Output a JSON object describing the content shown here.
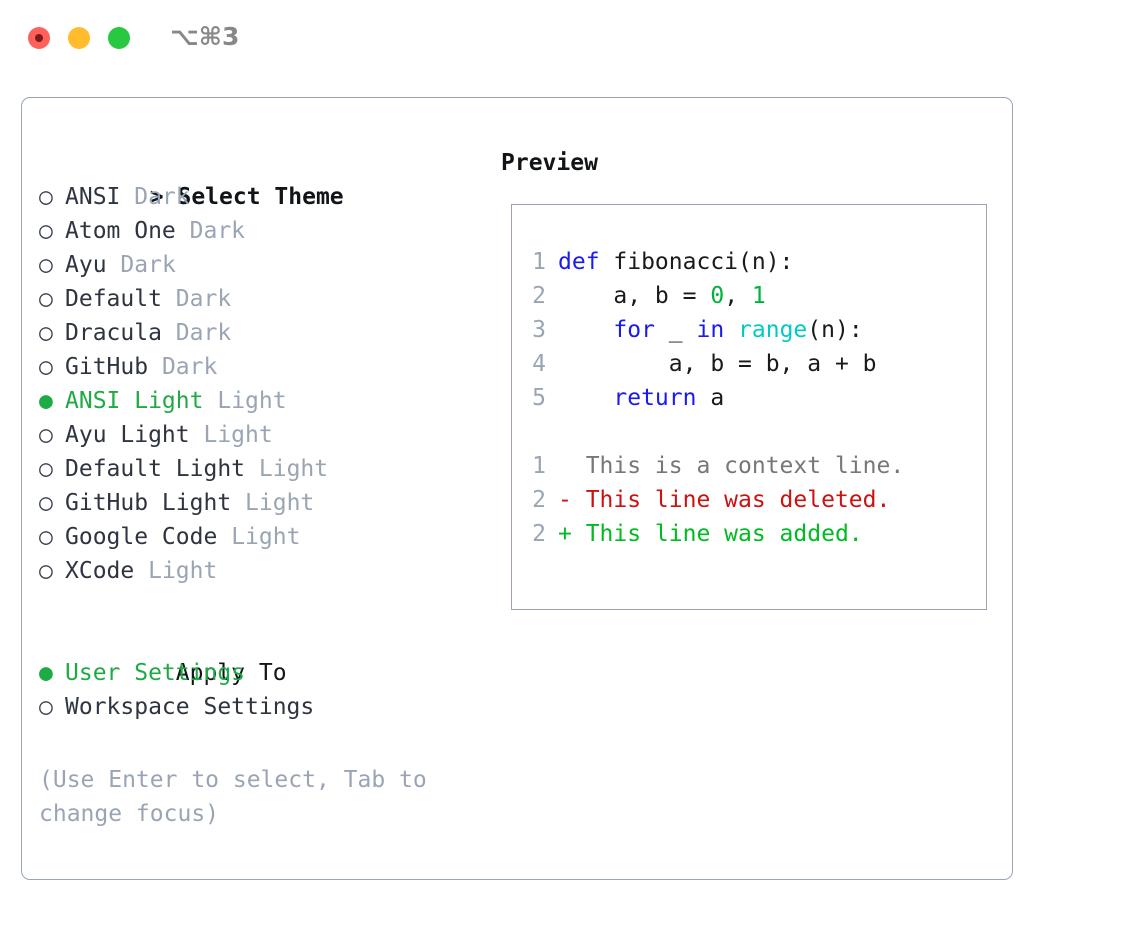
{
  "titlebar": {
    "shortcut": "⌥⌘3",
    "buttons": [
      "close",
      "minimize",
      "maximize"
    ]
  },
  "left": {
    "header": "> Select Theme",
    "themes": [
      {
        "marker": "○",
        "name": "ANSI",
        "variant": "Dark",
        "selected": false
      },
      {
        "marker": "○",
        "name": "Atom One",
        "variant": "Dark",
        "selected": false
      },
      {
        "marker": "○",
        "name": "Ayu",
        "variant": "Dark",
        "selected": false
      },
      {
        "marker": "○",
        "name": "Default",
        "variant": "Dark",
        "selected": false
      },
      {
        "marker": "○",
        "name": "Dracula",
        "variant": "Dark",
        "selected": false
      },
      {
        "marker": "○",
        "name": "GitHub",
        "variant": "Dark",
        "selected": false
      },
      {
        "marker": "●",
        "name": "ANSI Light",
        "variant": "Light",
        "selected": true
      },
      {
        "marker": "○",
        "name": "Ayu Light",
        "variant": "Light",
        "selected": false
      },
      {
        "marker": "○",
        "name": "Default Light",
        "variant": "Light",
        "selected": false
      },
      {
        "marker": "○",
        "name": "GitHub Light",
        "variant": "Light",
        "selected": false
      },
      {
        "marker": "○",
        "name": "Google Code",
        "variant": "Light",
        "selected": false
      },
      {
        "marker": "○",
        "name": "XCode",
        "variant": "Light",
        "selected": false
      }
    ],
    "apply_to_header": "Apply To",
    "apply_to": [
      {
        "marker": "●",
        "name": "User Settings",
        "selected": true
      },
      {
        "marker": "○",
        "name": "Workspace Settings",
        "selected": false
      }
    ],
    "hint": "(Use Enter to select, Tab to change focus)"
  },
  "right": {
    "preview_title": "Preview",
    "code_lines": [
      {
        "num": "1",
        "tokens": [
          {
            "t": "def",
            "c": "kw"
          },
          {
            "t": " fibonacci(n):",
            "c": "id"
          }
        ]
      },
      {
        "num": "2",
        "tokens": [
          {
            "t": "    a, b = ",
            "c": "id"
          },
          {
            "t": "0",
            "c": "num"
          },
          {
            "t": ", ",
            "c": "id"
          },
          {
            "t": "1",
            "c": "num"
          }
        ]
      },
      {
        "num": "3",
        "tokens": [
          {
            "t": "    ",
            "c": "id"
          },
          {
            "t": "for",
            "c": "kw"
          },
          {
            "t": " _ ",
            "c": "id"
          },
          {
            "t": "in",
            "c": "kw"
          },
          {
            "t": " ",
            "c": "id"
          },
          {
            "t": "range",
            "c": "fn"
          },
          {
            "t": "(n):",
            "c": "id"
          }
        ]
      },
      {
        "num": "4",
        "tokens": [
          {
            "t": "        a, b = b, a + b",
            "c": "id"
          }
        ]
      },
      {
        "num": "5",
        "tokens": [
          {
            "t": "    ",
            "c": "id"
          },
          {
            "t": "return",
            "c": "kw"
          },
          {
            "t": " a",
            "c": "id"
          }
        ]
      }
    ],
    "diff_lines": [
      {
        "num": "1",
        "text": "  This is a context line.",
        "kind": "ctx"
      },
      {
        "num": "2",
        "text": "- This line was deleted.",
        "kind": "del"
      },
      {
        "num": "2",
        "text": "+ This line was added.",
        "kind": "add"
      }
    ]
  },
  "colors": {
    "accent_green": "#1faa45",
    "muted": "#9aa5b4",
    "border": "#9aa6b6",
    "keyword": "#1a1aee",
    "number": "#00b33c",
    "builtin": "#00cbc0",
    "diff_deleted": "#cc1111",
    "diff_added": "#00bb22"
  }
}
